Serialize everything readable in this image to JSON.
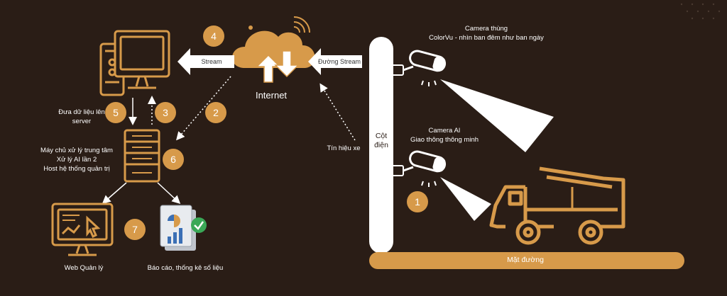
{
  "colors": {
    "background": "#2a1d16",
    "accent": "#d79a4a",
    "line": "#ffffff"
  },
  "nodes": {
    "internet": "Internet",
    "pole": "Cột\nđiện",
    "road": "Mặt đường",
    "camera_colorvu": "Camera thùng\nColorVu - nhìn ban đêm như ban ngày",
    "camera_ai": "Camera AI\nGiao thông thông minh",
    "server": "Máy chủ xử lý trung tâm\nXử lý AI lần 2\nHost hệ thống quản trị",
    "web": "Web Quản lý",
    "report": "Báo cáo, thống kê số liệu"
  },
  "edges": {
    "stream": "Stream",
    "duong_stream": "Đường Stream",
    "upload": "Đưa dữ liệu lên\nserver",
    "signal": "Tín hiệu xe"
  },
  "steps": [
    "1",
    "2",
    "3",
    "4",
    "5",
    "6",
    "7"
  ],
  "icons": [
    "cloud-icon",
    "desktop-computer-icon",
    "server-rack-icon",
    "monitor-chart-icon",
    "report-document-icon",
    "dump-truck-icon",
    "cctv-camera-icon",
    "wifi-icon"
  ]
}
